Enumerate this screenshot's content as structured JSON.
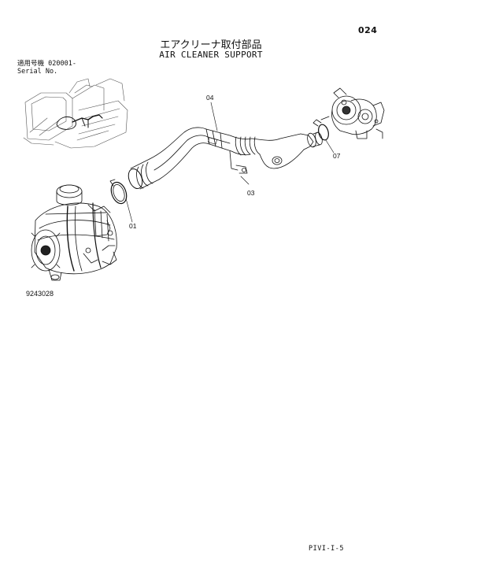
{
  "header": {
    "page_number": "024",
    "title_jp": "エアクリーナ取付部品",
    "title_en": "AIR CLEANER SUPPORT"
  },
  "serial": {
    "label_jp": "適用号機",
    "serial_value": "020001-",
    "label_en": "Serial No."
  },
  "callouts": [
    "04",
    "07",
    "03",
    "01"
  ],
  "drawing_number": "9243028",
  "footer": {
    "code": "PIVI-I-5"
  }
}
